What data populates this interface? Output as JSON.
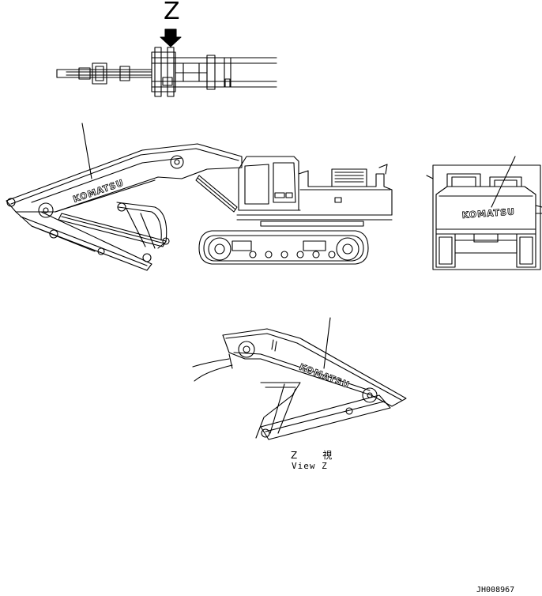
{
  "view_marker": {
    "letter": "Z"
  },
  "brand": {
    "logo_text": "KOMATSU"
  },
  "view_caption": {
    "japanese": "Z　視",
    "english": "View Z"
  },
  "part_number": "JH008967",
  "icons": {
    "arrow": "down-arrow-icon"
  },
  "colors": {
    "line": "#000000",
    "background": "#ffffff"
  }
}
